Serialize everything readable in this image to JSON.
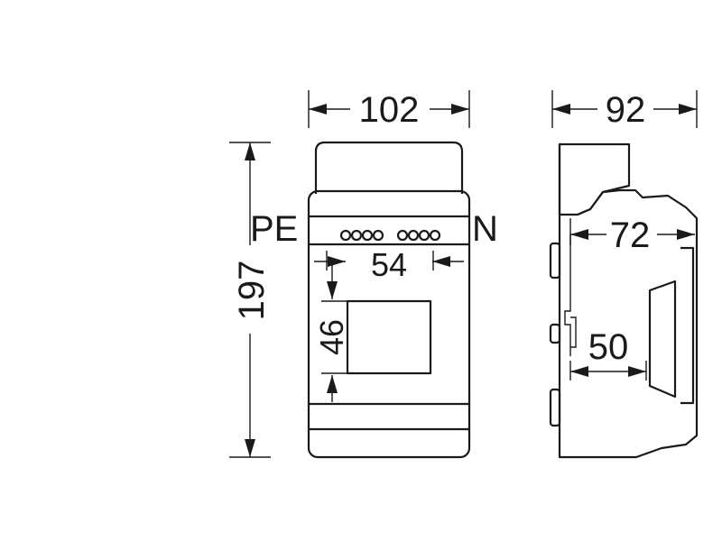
{
  "diagram": {
    "labels": {
      "width_front": "102",
      "width_side": "92",
      "height": "197",
      "pe_terminal": "PE",
      "n_terminal": "N",
      "window_width": "54",
      "window_height": "46",
      "depth_inner": "72",
      "rail_offset": "50"
    },
    "colors": {
      "line": "#1a1a1a",
      "background": "#ffffff"
    }
  }
}
